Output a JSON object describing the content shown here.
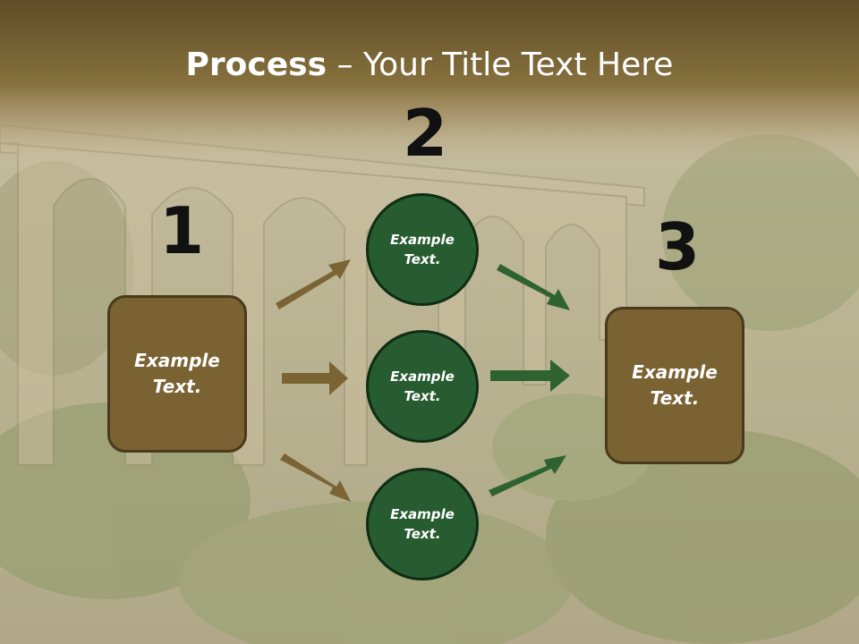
{
  "title": {
    "bold": "Process",
    "rest": " – Your Title Text Here"
  },
  "steps": [
    {
      "number": "1",
      "box_text": "Example\nText."
    },
    {
      "number": "2",
      "circles": [
        "Example\nText.",
        "Example\nText.",
        "Example\nText."
      ]
    },
    {
      "number": "3",
      "box_text": "Example\nText."
    }
  ],
  "colors": {
    "box_fill": "#7a6232",
    "circle_fill": "#275b30",
    "brown_arrow": "#7b6434",
    "green_arrow": "#2e6331",
    "title_band": "#6e5a2c"
  }
}
